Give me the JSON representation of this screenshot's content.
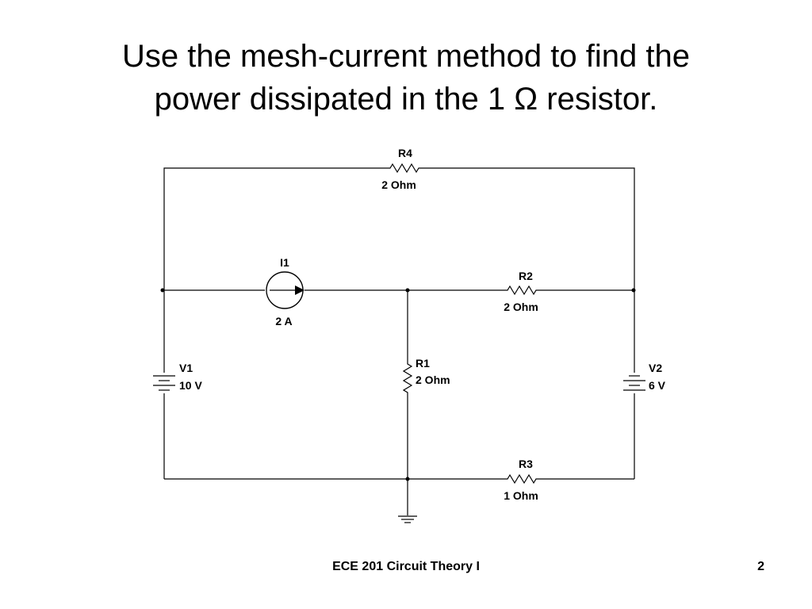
{
  "title": {
    "line1": "Use the mesh-current method to find the",
    "line2": "power dissipated in the 1 Ω resistor."
  },
  "circuit": {
    "R4": {
      "name": "R4",
      "value": "2 Ohm"
    },
    "R2": {
      "name": "R2",
      "value": "2 Ohm"
    },
    "R1": {
      "name": "R1",
      "value": "2 Ohm"
    },
    "R3": {
      "name": "R3",
      "value": "1 Ohm"
    },
    "I1": {
      "name": "I1",
      "value": "2 A"
    },
    "V1": {
      "name": "V1",
      "value": "10 V"
    },
    "V2": {
      "name": "V2",
      "value": "6 V"
    }
  },
  "footer": {
    "course": "ECE 201 Circuit Theory I",
    "page": "2"
  }
}
